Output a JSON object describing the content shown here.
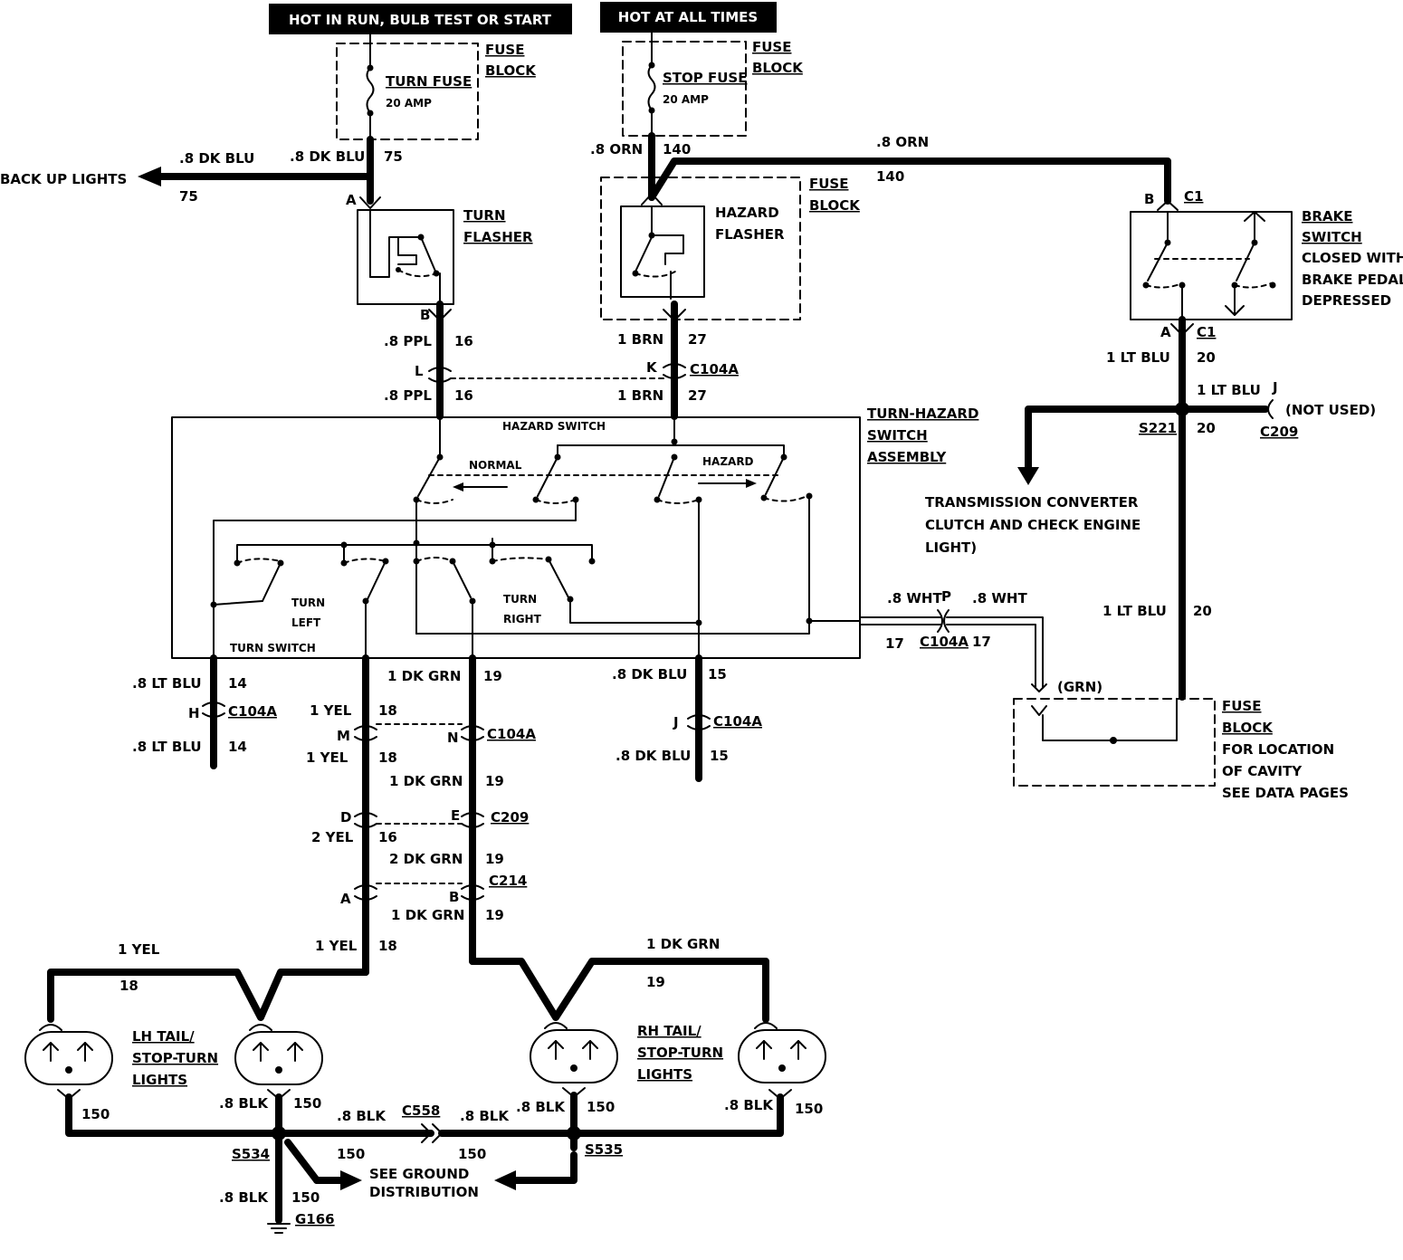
{
  "banners": {
    "run": "HOT IN RUN,  BULB TEST OR START",
    "all_times": "HOT AT ALL TIMES"
  },
  "fuse_block_label": [
    "FUSE",
    "BLOCK"
  ],
  "turn_fuse": {
    "name": "TURN FUSE",
    "rating": "20 AMP"
  },
  "stop_fuse": {
    "name": "STOP FUSE",
    "rating": "20 AMP"
  },
  "turn_flasher": [
    "TURN",
    "FLASHER"
  ],
  "hazard_flasher": [
    "HAZARD",
    "FLASHER"
  ],
  "brake_switch": [
    "BRAKE",
    "SWITCH",
    "CLOSED WITH",
    "BRAKE PEDAL",
    "DEPRESSED"
  ],
  "backup": {
    "label": "BACK UP LIGHTS",
    "wire": ".8 DK BLU",
    "circuit": "75"
  },
  "turn_fuse_wire": {
    "wire": ".8 DK BLU",
    "circuit": "75"
  },
  "orn_wire": {
    "wire": ".8 ORN",
    "circuit": "140"
  },
  "assembly": {
    "title": [
      "TURN-HAZARD",
      "SWITCH",
      "ASSEMBLY"
    ],
    "hazard_switch": "HAZARD SWITCH",
    "normal": "NORMAL",
    "hazard": "HAZARD",
    "turn_left": [
      "TURN",
      "LEFT"
    ],
    "turn_right": [
      "TURN",
      "RIGHT"
    ],
    "turn_switch": "TURN SWITCH"
  },
  "pins": {
    "A": "A",
    "B": "B",
    "L": "L",
    "K": "K",
    "H": "H",
    "M": "M",
    "N": "N",
    "J": "J",
    "D": "D",
    "E": "E",
    "P": "P",
    "C1": "C1"
  },
  "connectors": {
    "c104a": "C104A",
    "c209": "C209",
    "c214": "C214",
    "c558": "C558"
  },
  "splices": {
    "s221": "S221",
    "s534": "S534",
    "s535": "S535"
  },
  "ground": "G166",
  "wires": {
    "ppl": ".8 PPL",
    "brn": "1 BRN",
    "lt_blu_1": "1 LT BLU",
    "lt_blu_08": ".8 LT BLU",
    "wht": ".8 WHT",
    "dk_blu_08": ".8 DK BLU",
    "yel_1": "1 YEL",
    "yel_2": "2 YEL",
    "dk_grn_1": "1 DK GRN",
    "dk_grn_2": "2 DK GRN",
    "grn": "(GRN)",
    "blk": ".8 BLK"
  },
  "circuits": {
    "c14": "14",
    "c15": "15",
    "c16": "16",
    "c17": "17",
    "c18": "18",
    "c19": "19",
    "c20": "20",
    "c27": "27",
    "c150": "150"
  },
  "not_used": "(NOT USED)",
  "transmission": [
    "TRANSMISSION CONVERTER",
    "CLUTCH AND CHECK ENGINE",
    "LIGHT)"
  ],
  "fuse_cavity": [
    "FUSE",
    "BLOCK",
    "FOR LOCATION",
    "OF CAVITY",
    "SEE DATA PAGES"
  ],
  "lh_lights": [
    "LH TAIL/",
    "STOP-TURN",
    "LIGHTS"
  ],
  "rh_lights": [
    "RH TAIL/",
    "STOP-TURN",
    "LIGHTS"
  ],
  "ground_dist": [
    "SEE GROUND",
    "DISTRIBUTION"
  ]
}
